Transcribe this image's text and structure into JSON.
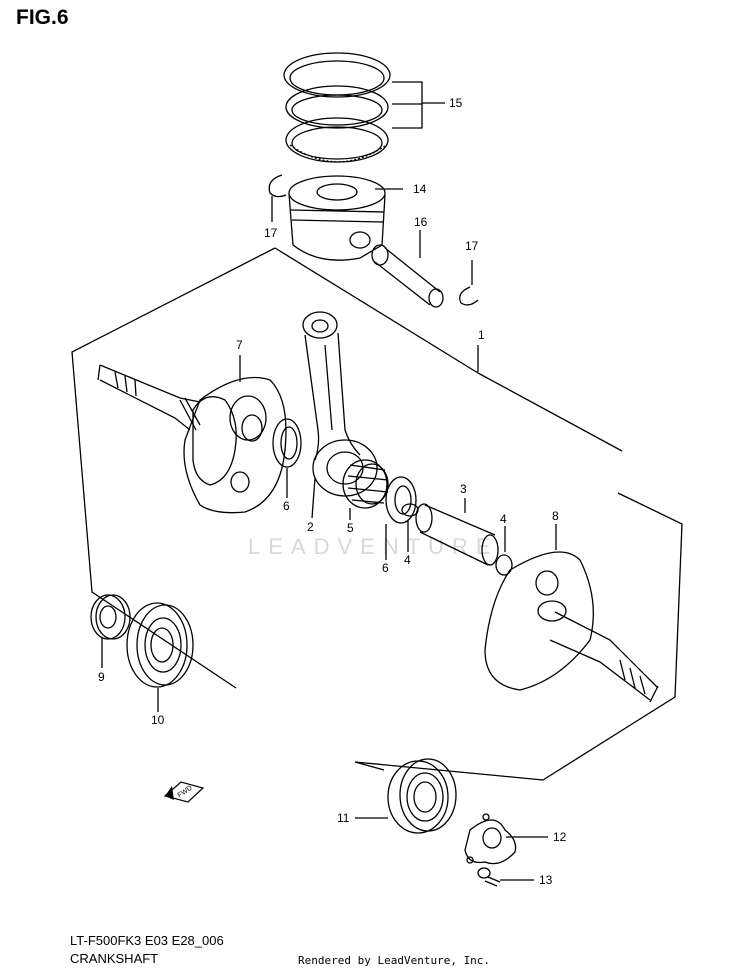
{
  "figure": {
    "title": "FIG.6",
    "model_code": "LT-F500FK3 E03 E28_006",
    "section_name": "CRANKSHAFT",
    "render_credit": "Rendered by LeadVenture, Inc.",
    "watermark": "LEADVENTURE",
    "fwd_label": "FWD"
  },
  "callouts": [
    "1",
    "2",
    "3",
    "4",
    "4",
    "5",
    "6",
    "6",
    "7",
    "8",
    "9",
    "10",
    "11",
    "12",
    "13",
    "14",
    "15",
    "16",
    "17",
    "17"
  ]
}
